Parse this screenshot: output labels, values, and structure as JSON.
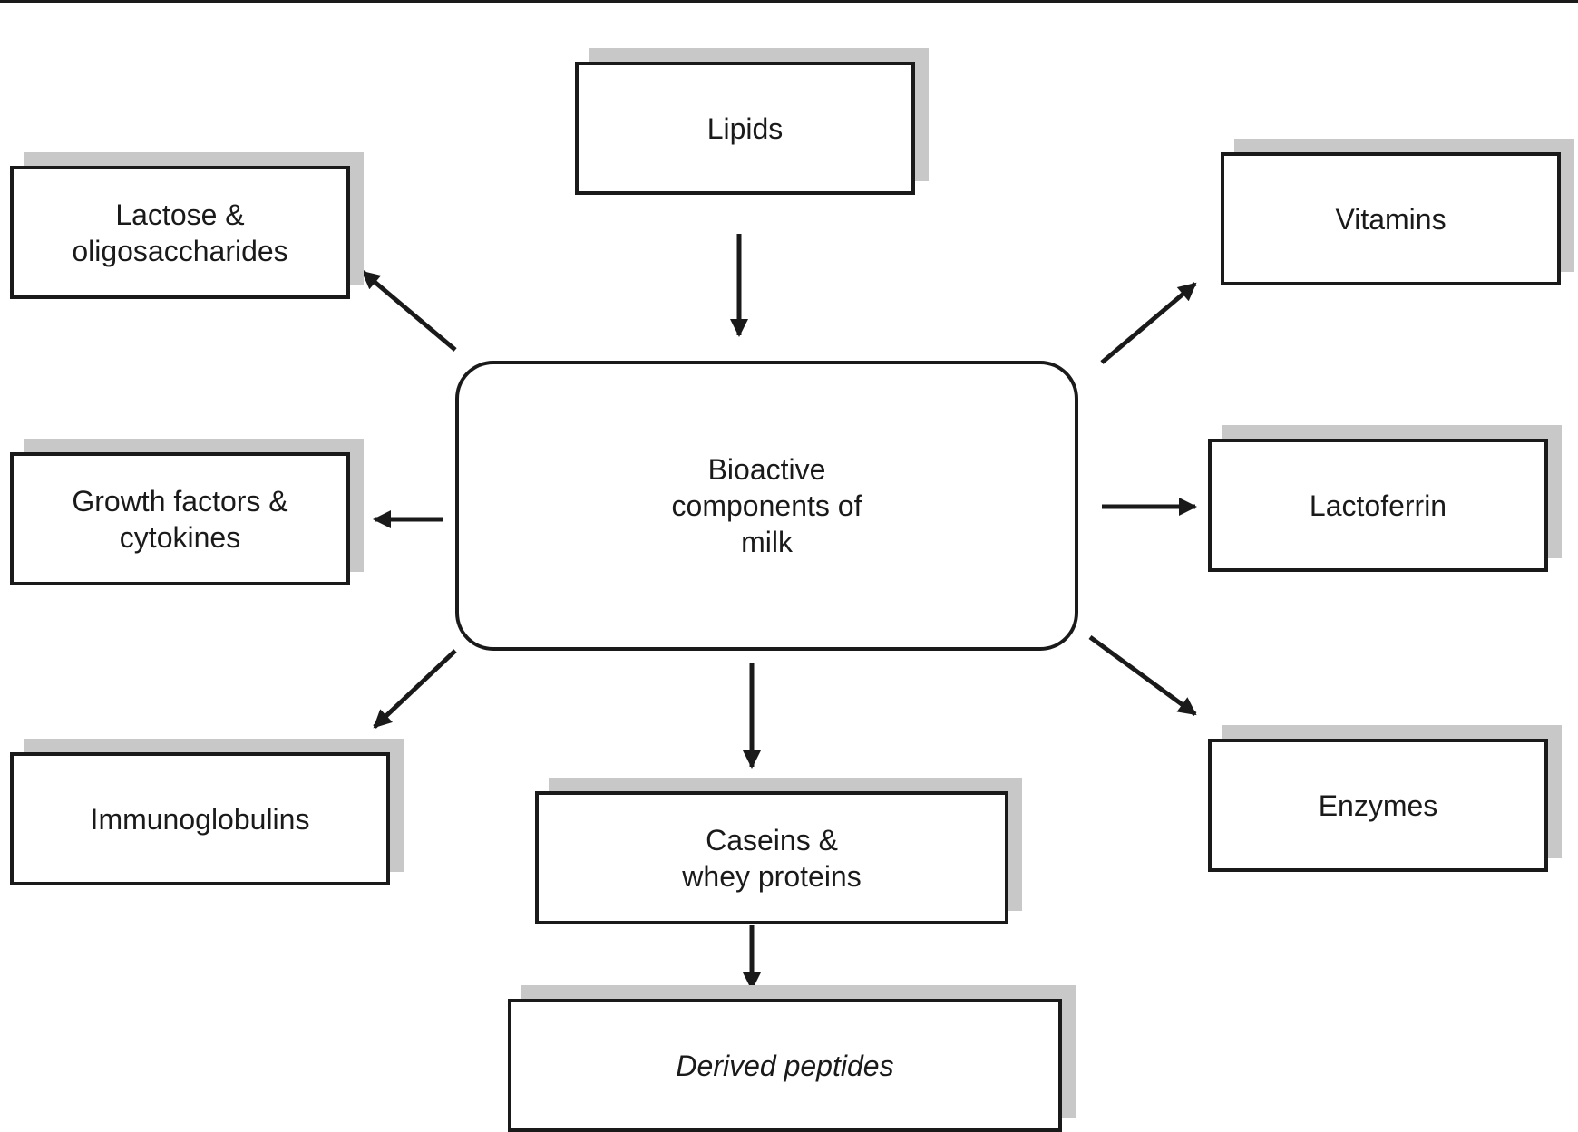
{
  "diagram": {
    "center": {
      "label": "Bioactive\ncomponents of\nmilk"
    },
    "nodes": {
      "lipids": "Lipids",
      "lactose": "Lactose &\noligosaccharides",
      "vitamins": "Vitamins",
      "growth_factors": "Growth factors &\ncytokines",
      "lactoferrin": "Lactoferrin",
      "immunoglobulins": "Immunoglobulins",
      "caseins": "Caseins &\nwhey proteins",
      "enzymes": "Enzymes",
      "derived_peptides": "Derived peptides"
    },
    "edges": [
      {
        "from": "lipids",
        "to": "center"
      },
      {
        "from": "center",
        "to": "lactose"
      },
      {
        "from": "center",
        "to": "vitamins"
      },
      {
        "from": "center",
        "to": "growth_factors"
      },
      {
        "from": "center",
        "to": "lactoferrin"
      },
      {
        "from": "center",
        "to": "immunoglobulins"
      },
      {
        "from": "center",
        "to": "caseins"
      },
      {
        "from": "center",
        "to": "enzymes"
      },
      {
        "from": "caseins",
        "to": "derived_peptides"
      }
    ]
  }
}
